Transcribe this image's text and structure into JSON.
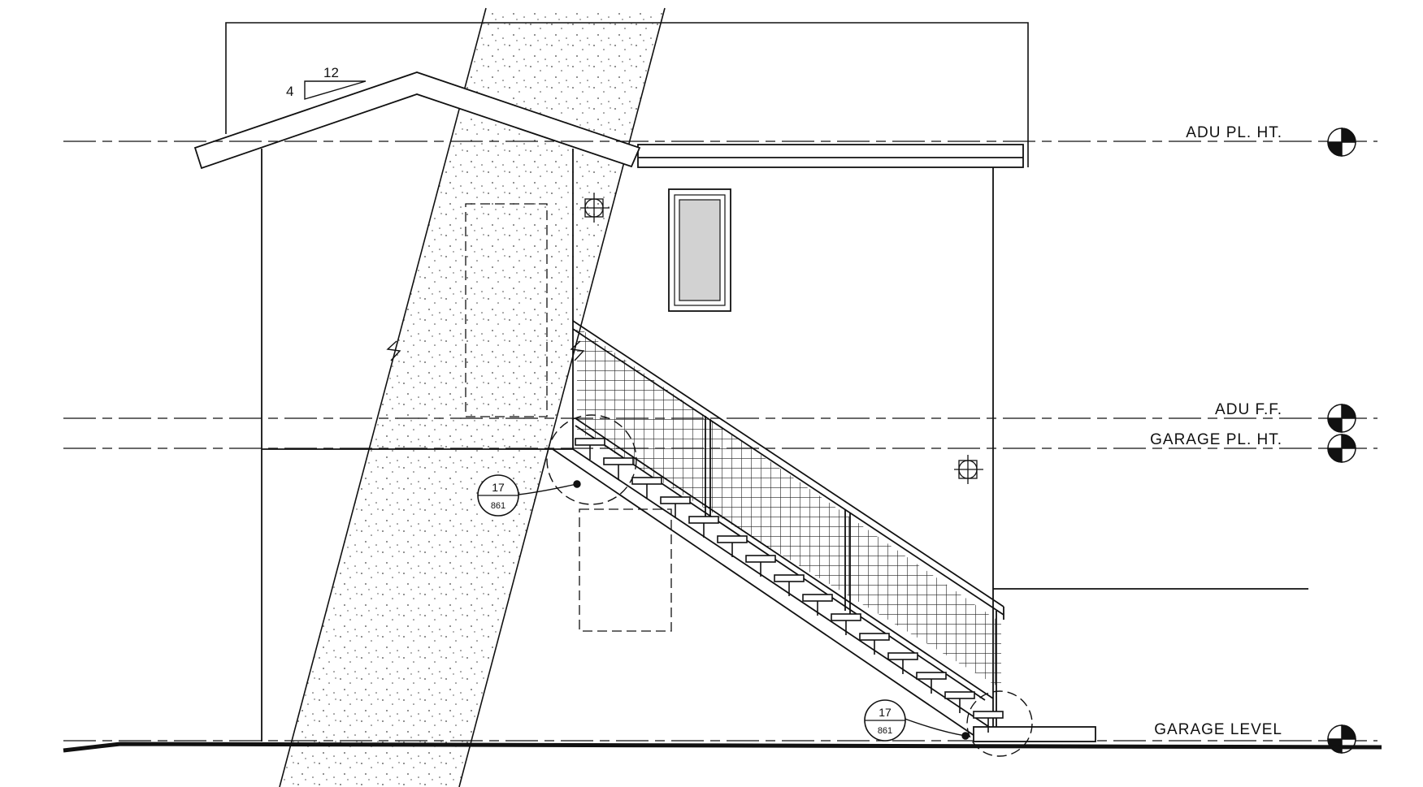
{
  "levels": [
    {
      "label": "ADU PL. HT."
    },
    {
      "label": "ADU F.F."
    },
    {
      "label": "GARAGE PL. HT."
    },
    {
      "label": "GARAGE LEVEL"
    }
  ],
  "roof_slope": {
    "rise": "4",
    "run": "12"
  },
  "detail_tags": [
    {
      "number": "17",
      "sheet": "861"
    },
    {
      "number": "17",
      "sheet": "861"
    }
  ]
}
